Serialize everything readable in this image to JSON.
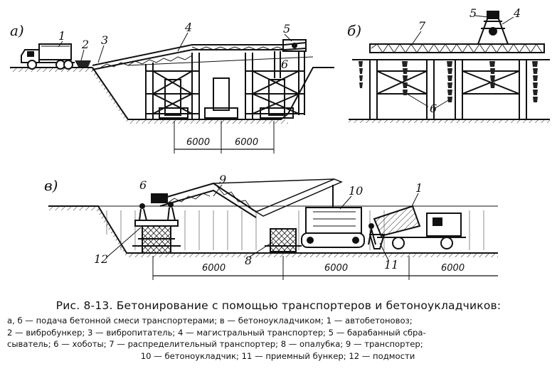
{
  "figure": {
    "panel_labels": {
      "a": "а)",
      "b": "б)",
      "c": "в)"
    },
    "callouts": [
      "1",
      "2",
      "3",
      "4",
      "5",
      "6",
      "7",
      "5",
      "4",
      "6",
      "6",
      "9",
      "10",
      "1",
      "12",
      "8",
      "11"
    ],
    "dimensions": [
      "6000",
      "6000",
      "6000",
      "6000",
      "6000"
    ]
  },
  "caption": {
    "title": "Рис. 8-13. Бетонирование с помощью транспортеров и бетоноукладчиков:",
    "legend_lines": [
      "а, б — подача бетонной смеси транспортерами; в — бетоноукладчиком; 1 — автобетоновоз;",
      "2 — вибробункер; 3 — вибропитатель; 4 — магистральный транспортер; 5 — барабанный сбра-",
      "сыватель; 6 — хоботы; 7 — распределительный транспортер; 8 — опалубка; 9 — транспортер;",
      "10 — бетоноукладчик; 11 — приемный бункер; 12 — подмости"
    ]
  }
}
